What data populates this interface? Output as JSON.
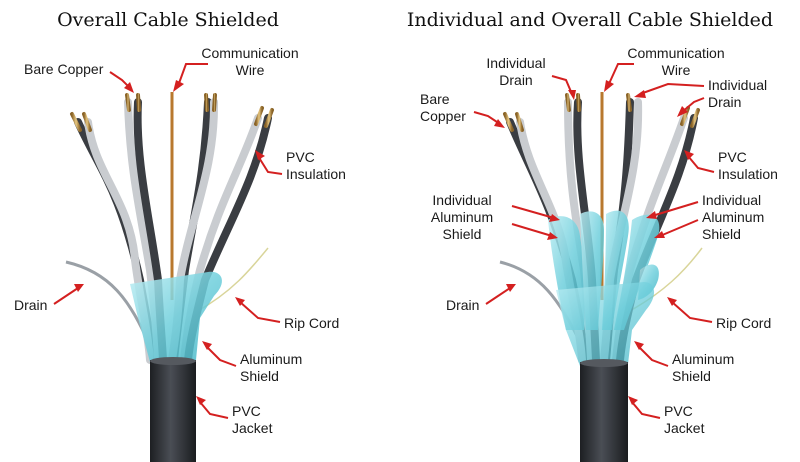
{
  "left_panel": {
    "title": "Overall Cable Shielded",
    "labels": {
      "communication_wire": [
        "Communication",
        "Wire"
      ],
      "bare_copper": [
        "Bare Copper"
      ],
      "pvc_insulation": [
        "PVC",
        "Insulation"
      ],
      "drain": [
        "Drain"
      ],
      "rip_cord": [
        "Rip Cord"
      ],
      "aluminum_shield": [
        "Aluminum",
        "Shield"
      ],
      "pvc_jacket": [
        "PVC",
        "Jacket"
      ]
    }
  },
  "right_panel": {
    "title": "Individual and Overall Cable Shielded",
    "labels": {
      "individual_drain_left": [
        "Individual",
        "Drain"
      ],
      "communication_wire": [
        "Communication",
        "Wire"
      ],
      "individual_drain_right": [
        "Individual",
        "Drain"
      ],
      "bare_copper": [
        "Bare",
        "Copper"
      ],
      "pvc_insulation": [
        "PVC",
        "Insulation"
      ],
      "individual_aluminum_shield_left": [
        "Individual",
        "Aluminum",
        "Shield"
      ],
      "individual_aluminum_shield_right": [
        "Individual",
        "Aluminum",
        "Shield"
      ],
      "drain": [
        "Drain"
      ],
      "rip_cord": [
        "Rip Cord"
      ],
      "aluminum_shield": [
        "Aluminum",
        "Shield"
      ],
      "pvc_jacket": [
        "PVC",
        "Jacket"
      ]
    }
  },
  "colors": {
    "arrow": "#d42020",
    "shield": "#7ed3df",
    "jacket": "#2b2e33",
    "copper": "#c8a05a"
  }
}
